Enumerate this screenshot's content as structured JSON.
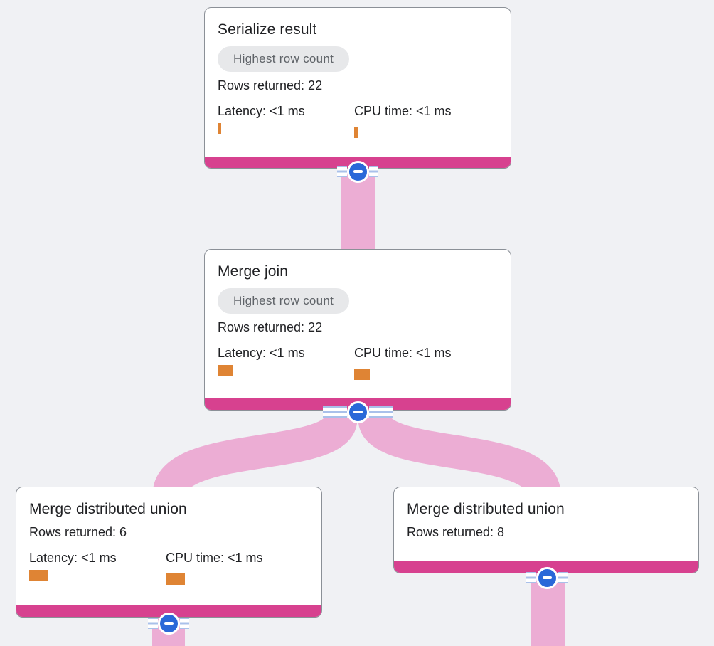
{
  "colors": {
    "canvas_bg": "#f0f1f4",
    "accent_magenta": "#d7418f",
    "flow_pink": "#ecadd4",
    "button_blue": "#2a68d8",
    "stripe_blue": "#a9c0ea",
    "bar_orange": "#df8434",
    "badge_bg": "#e7e8ea",
    "badge_text": "#5f6368",
    "card_border": "#8b9097",
    "text_dark": "#202124"
  },
  "nodes": [
    {
      "id": "serialize-result",
      "title": "Serialize result",
      "badge": "Highest row count",
      "rows_returned": "Rows returned: 22",
      "latency_label": "Latency: <1 ms",
      "cpu_label": "CPU time: <1 ms",
      "latency_bar": {
        "w": 5,
        "h": 16
      },
      "cpu_bar": {
        "w": 5,
        "h": 16
      }
    },
    {
      "id": "merge-join",
      "title": "Merge join",
      "badge": "Highest row count",
      "rows_returned": "Rows returned: 22",
      "latency_label": "Latency: <1 ms",
      "cpu_label": "CPU time: <1 ms",
      "latency_bar": {
        "w": 21,
        "h": 16
      },
      "cpu_bar": {
        "w": 22,
        "h": 16
      }
    },
    {
      "id": "merge-distributed-union-left",
      "title": "Merge distributed union",
      "rows_returned": "Rows returned: 6",
      "latency_label": "Latency: <1 ms",
      "cpu_label": "CPU time: <1 ms",
      "latency_bar": {
        "w": 26,
        "h": 16
      },
      "cpu_bar": {
        "w": 27,
        "h": 16
      }
    },
    {
      "id": "merge-distributed-union-right",
      "title": "Merge distributed union",
      "rows_returned": "Rows returned: 8"
    }
  ],
  "edges": [
    {
      "from": "merge-join",
      "to": "serialize-result"
    },
    {
      "from": "merge-distributed-union-left",
      "to": "merge-join"
    },
    {
      "from": "merge-distributed-union-right",
      "to": "merge-join"
    },
    {
      "from": "offscreen-below",
      "to": "merge-distributed-union-left"
    },
    {
      "from": "offscreen-below",
      "to": "merge-distributed-union-right"
    }
  ]
}
